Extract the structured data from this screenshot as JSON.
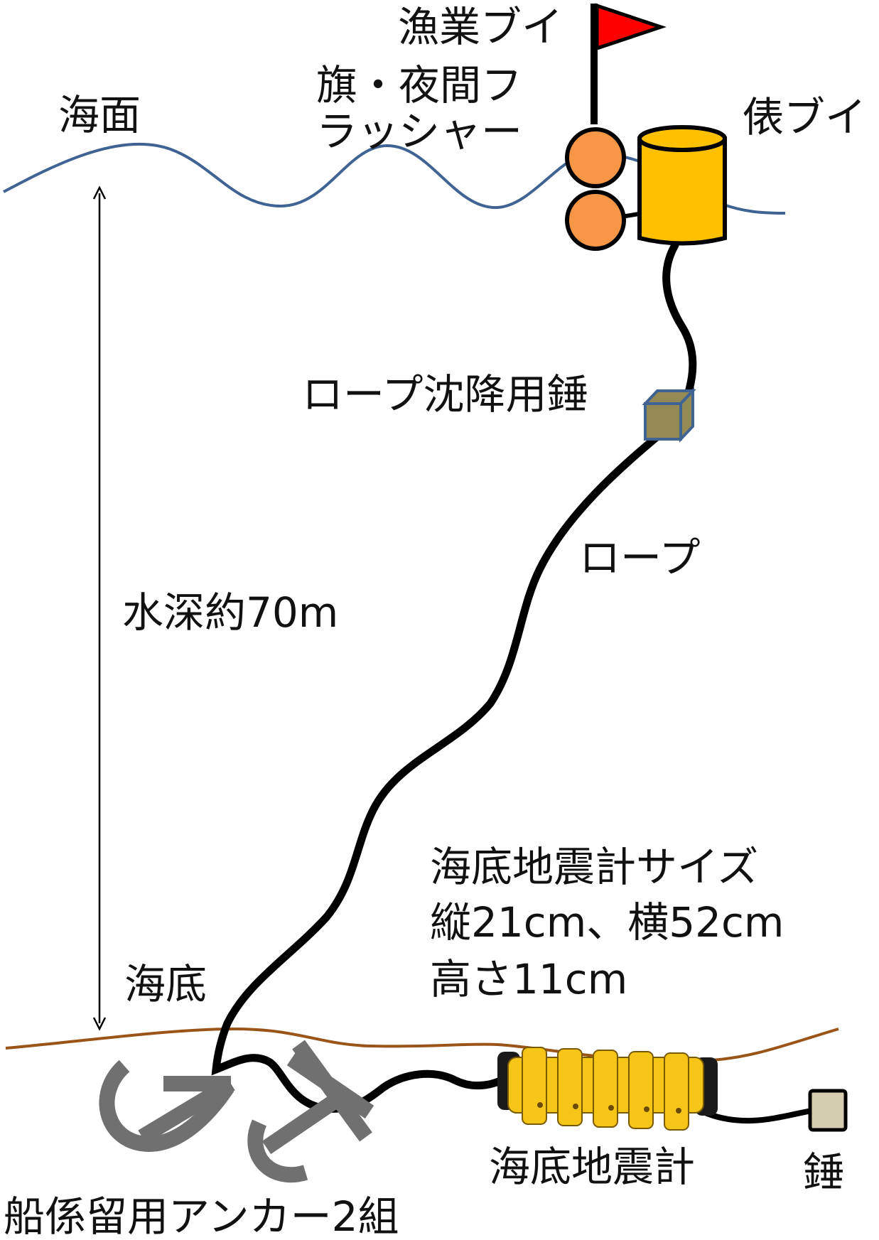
{
  "labels": {
    "fishing_buoy": "漁業ブイ",
    "flag_flasher_line1": "旗・夜間フ",
    "flag_flasher_line2": "ラッシャー",
    "sea_surface": "海面",
    "tawara_buoy": "俵ブイ",
    "rope_sinker": "ロープ沈降用錘",
    "rope": "ロープ",
    "depth": "水深約70m",
    "obs_size_line1": "海底地震計サイズ",
    "obs_size_line2": "縦21cm、横52cm",
    "obs_size_line3": "高さ11cm",
    "seafloor": "海底",
    "obs": "海底地震計",
    "weight": "錘",
    "anchors": "船係留用アンカー2組"
  },
  "colors": {
    "sea_line": "#3f6393",
    "seafloor_line": "#9b5417",
    "flag": "#ff0000",
    "float": "#f79646",
    "tawara": "#ffc000",
    "sinker": "#948a54",
    "sinker_edge": "#3f6393",
    "obs_body": "#f5c518",
    "anchor": "#707070",
    "weight": "#d4cdb0",
    "rope": "#000000"
  }
}
